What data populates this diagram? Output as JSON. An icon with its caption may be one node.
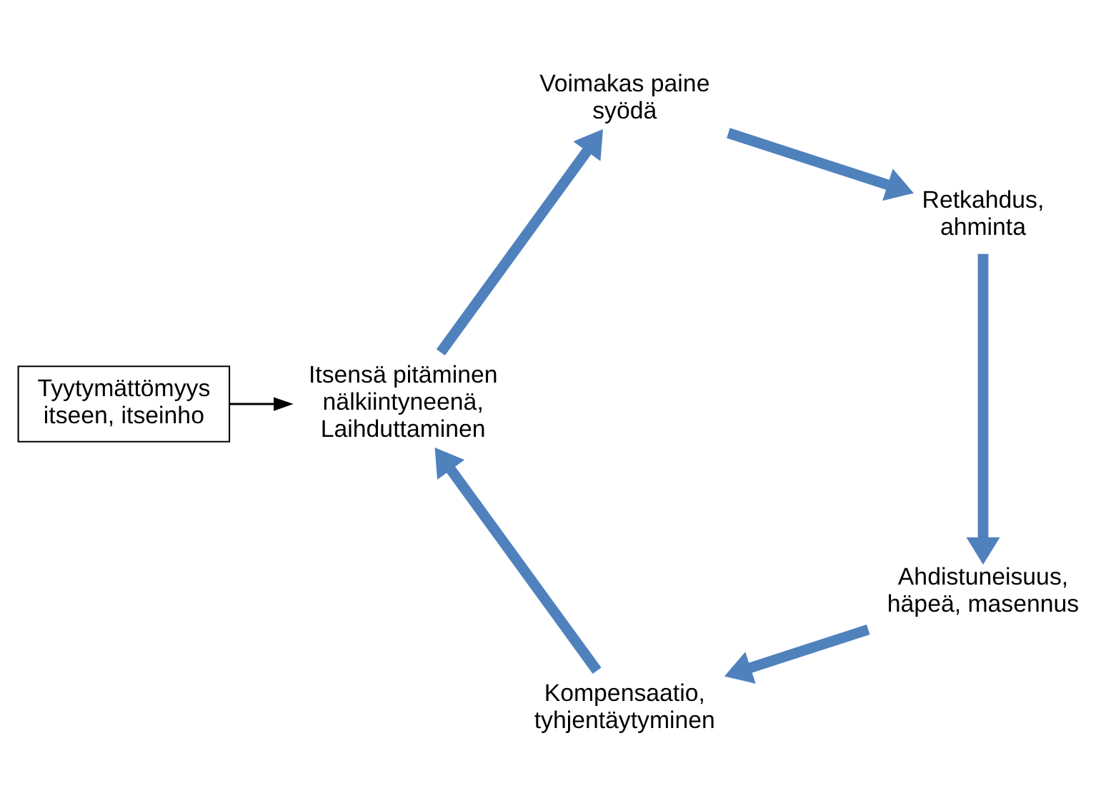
{
  "diagram": {
    "nodes": [
      {
        "text": [
          "Tyytymättömyys itseen, itseinho"
        ]
      },
      {
        "text": [
          "Itsensä pitäminen nälkiintyneenä, Laihduttaminen"
        ]
      },
      {
        "text": [
          "Voimakas paine syödä"
        ]
      },
      {
        "text": [
          "Retkahdus, ahminta"
        ]
      },
      {
        "text": [
          "Ahdistuneisuus, häpeä, masennus"
        ]
      },
      {
        "text": [
          "Kompensaatio, tyhjentäytyminen"
        ]
      }
    ],
    "edges": [
      {
        "from": 0,
        "to": 1,
        "arrow": "to",
        "color": "#000000"
      },
      {
        "from": 1,
        "to": 2,
        "arrow": "to"
      },
      {
        "from": 2,
        "to": 3,
        "arrow": "to"
      },
      {
        "from": 3,
        "to": 4,
        "arrow": "to"
      },
      {
        "from": 4,
        "to": 5,
        "arrow": "to"
      },
      {
        "from": 5,
        "to": 1,
        "arrow": "to"
      }
    ]
  }
}
